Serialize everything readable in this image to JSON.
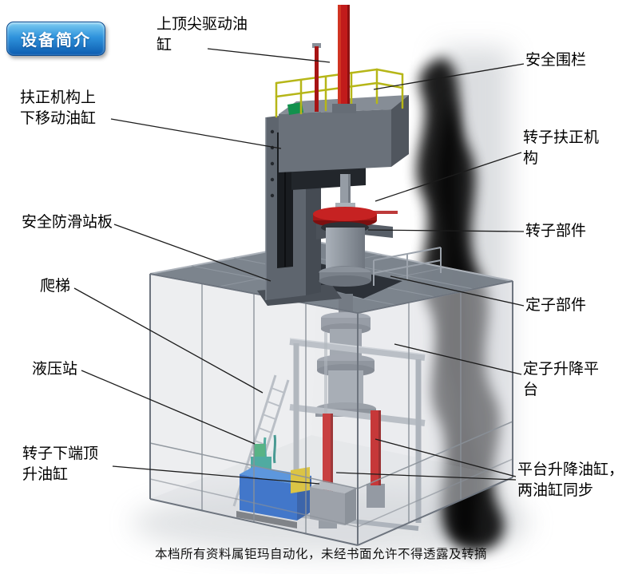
{
  "badge": {
    "label": "设备简介"
  },
  "footer": {
    "note": "本档所有资料属钜玛自动化，未经书面允许不得透露及转摘"
  },
  "labels": [
    {
      "id": "top-spindle-cylinder",
      "text": "上顶尖驱动油\n缸"
    },
    {
      "id": "safety-fence",
      "text": "安全围栏"
    },
    {
      "id": "straightener-lift-cylinder",
      "text": "扶正机构上\n下移动油缸"
    },
    {
      "id": "rotor-straightener",
      "text": "转子扶正机\n构"
    },
    {
      "id": "antislip-standing-board",
      "text": "安全防滑站板"
    },
    {
      "id": "rotor-component",
      "text": "转子部件"
    },
    {
      "id": "ladder",
      "text": "爬梯"
    },
    {
      "id": "stator-component",
      "text": "定子部件"
    },
    {
      "id": "hydraulic-station",
      "text": "液压站"
    },
    {
      "id": "stator-lift-platform",
      "text": "定子升降平\n台"
    },
    {
      "id": "rotor-bottom-jack-cylinder",
      "text": "转子下端顶\n升油缸"
    },
    {
      "id": "platform-lift-cylinders",
      "text": "平台升降油缸，\n两油缸同步"
    }
  ],
  "colors": {
    "badge_blue": "#2f93dc",
    "cylinder_red": "#c11b1b",
    "railing_yellow": "#b6b618",
    "hydraulic_blue": "#1e5fc2",
    "machine_gray": "#8d949d"
  }
}
